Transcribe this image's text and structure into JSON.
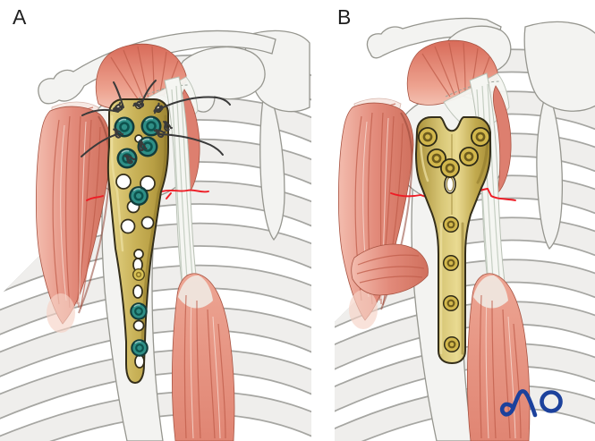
{
  "panels": {
    "a": {
      "label": "A"
    },
    "b": {
      "label": "B"
    }
  },
  "logo": {
    "text": "AO"
  },
  "colors": {
    "background": "#ffffff",
    "label_color": "#1f1f1f",
    "bone_fill": "#f3f3f1",
    "bone_stroke": "#96968f",
    "rib_fill": "#efeeec",
    "rib_stroke": "#a6a6a2",
    "muscle_red": "#e28a7a",
    "muscle_light": "#f3bcae",
    "muscle_dark": "#bf5c4a",
    "tendon_fill": "#f5f6f2",
    "tendon_line": "#c6cfc3",
    "plate_gold": "#c9b258",
    "plate_gold_light": "#ecdfa0",
    "plate_gold_dark": "#8a7428",
    "plate_outline": "#342e1a",
    "screw_teal": "#2f8f86",
    "screw_gold": "#d2b74c",
    "suture_black": "#3a3a3a",
    "fracture_red": "#ee1c25",
    "logo_blue": "#1c419c"
  }
}
